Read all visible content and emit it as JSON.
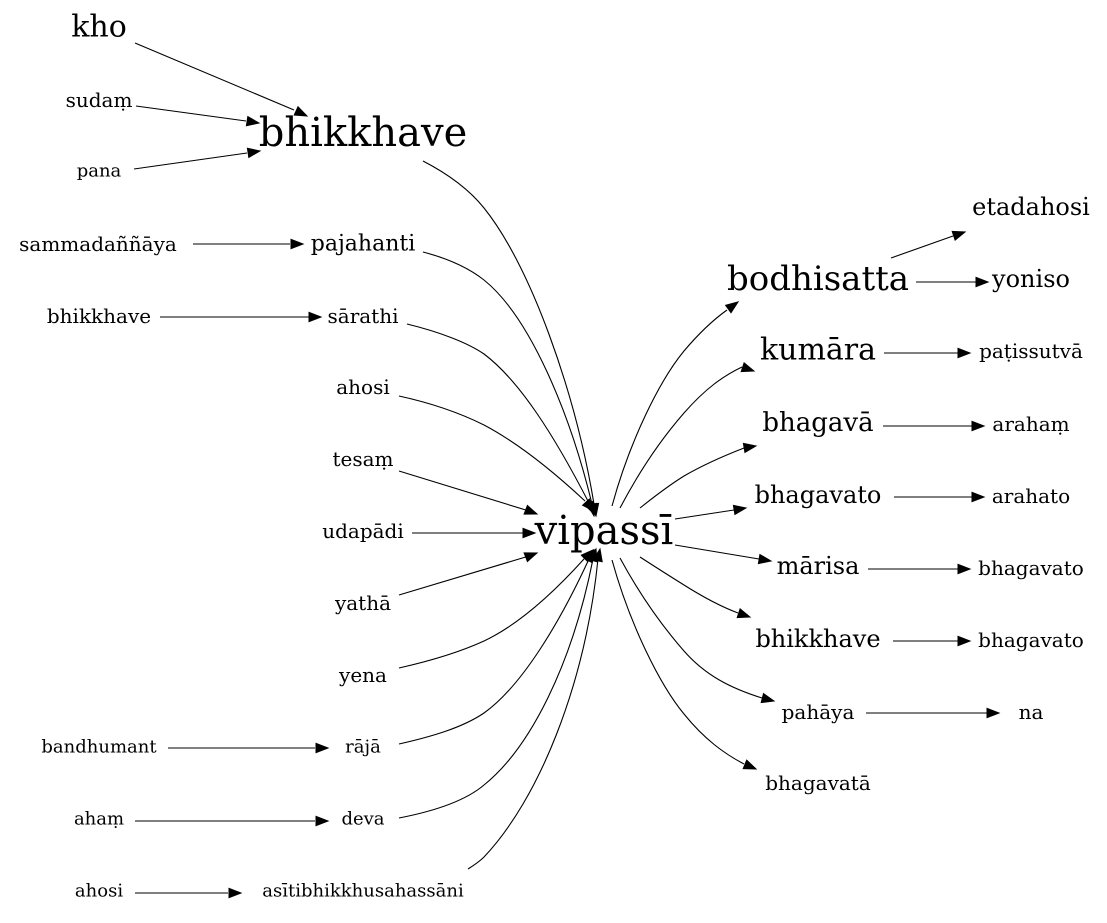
{
  "graph": {
    "nodes": [
      {
        "id": "kho",
        "label": "kho"
      },
      {
        "id": "sudam",
        "label": "sudaṃ"
      },
      {
        "id": "pana",
        "label": "pana"
      },
      {
        "id": "bhikkhave_top",
        "label": "bhikkhave"
      },
      {
        "id": "sammadannaya",
        "label": "sammadaññāya"
      },
      {
        "id": "pajahanti",
        "label": "pajahanti"
      },
      {
        "id": "bhikkhave_left",
        "label": "bhikkhave"
      },
      {
        "id": "sarathi",
        "label": "sārathi"
      },
      {
        "id": "ahosi_mid",
        "label": "ahosi"
      },
      {
        "id": "tesam",
        "label": "tesaṃ"
      },
      {
        "id": "udapadi",
        "label": "udapādi"
      },
      {
        "id": "yatha",
        "label": "yathā"
      },
      {
        "id": "yena",
        "label": "yena"
      },
      {
        "id": "bandhumant",
        "label": "bandhumant"
      },
      {
        "id": "raja",
        "label": "rājā"
      },
      {
        "id": "aham",
        "label": "ahaṃ"
      },
      {
        "id": "deva",
        "label": "deva"
      },
      {
        "id": "ahosi_bottom",
        "label": "ahosi"
      },
      {
        "id": "asiti",
        "label": "asītibhikkhusahassāni"
      },
      {
        "id": "vipassi",
        "label": "vipassī"
      },
      {
        "id": "bodhisatta",
        "label": "bodhisatta"
      },
      {
        "id": "etadahosi",
        "label": "etadahosi"
      },
      {
        "id": "yoniso",
        "label": "yoniso"
      },
      {
        "id": "kumara",
        "label": "kumāra"
      },
      {
        "id": "patissutva",
        "label": "paṭissutvā"
      },
      {
        "id": "bhagava",
        "label": "bhagavā"
      },
      {
        "id": "araham",
        "label": "arahaṃ"
      },
      {
        "id": "bhagavato_r",
        "label": "bhagavato"
      },
      {
        "id": "arahato",
        "label": "arahato"
      },
      {
        "id": "marisa",
        "label": "mārisa"
      },
      {
        "id": "bhagavato_m",
        "label": "bhagavato"
      },
      {
        "id": "bhikkhave_r",
        "label": "bhikkhave"
      },
      {
        "id": "bhagavato_b",
        "label": "bhagavato"
      },
      {
        "id": "pahaya",
        "label": "pahāya"
      },
      {
        "id": "na",
        "label": "na"
      },
      {
        "id": "bhagavata",
        "label": "bhagavatā"
      }
    ],
    "edges": [
      {
        "from": "kho",
        "to": "bhikkhave_top"
      },
      {
        "from": "sudam",
        "to": "bhikkhave_top"
      },
      {
        "from": "pana",
        "to": "bhikkhave_top"
      },
      {
        "from": "bhikkhave_top",
        "to": "vipassi"
      },
      {
        "from": "sammadannaya",
        "to": "pajahanti"
      },
      {
        "from": "pajahanti",
        "to": "vipassi"
      },
      {
        "from": "bhikkhave_left",
        "to": "sarathi"
      },
      {
        "from": "sarathi",
        "to": "vipassi"
      },
      {
        "from": "ahosi_mid",
        "to": "vipassi"
      },
      {
        "from": "tesam",
        "to": "vipassi"
      },
      {
        "from": "udapadi",
        "to": "vipassi"
      },
      {
        "from": "yatha",
        "to": "vipassi"
      },
      {
        "from": "yena",
        "to": "vipassi"
      },
      {
        "from": "bandhumant",
        "to": "raja"
      },
      {
        "from": "raja",
        "to": "vipassi"
      },
      {
        "from": "aham",
        "to": "deva"
      },
      {
        "from": "deva",
        "to": "vipassi"
      },
      {
        "from": "ahosi_bottom",
        "to": "asiti"
      },
      {
        "from": "asiti",
        "to": "vipassi"
      },
      {
        "from": "vipassi",
        "to": "bodhisatta"
      },
      {
        "from": "vipassi",
        "to": "kumara"
      },
      {
        "from": "vipassi",
        "to": "bhagava"
      },
      {
        "from": "vipassi",
        "to": "bhagavato_r"
      },
      {
        "from": "vipassi",
        "to": "marisa"
      },
      {
        "from": "vipassi",
        "to": "bhikkhave_r"
      },
      {
        "from": "vipassi",
        "to": "pahaya"
      },
      {
        "from": "vipassi",
        "to": "bhagavata"
      },
      {
        "from": "bodhisatta",
        "to": "etadahosi"
      },
      {
        "from": "bodhisatta",
        "to": "yoniso"
      },
      {
        "from": "kumara",
        "to": "patissutva"
      },
      {
        "from": "bhagava",
        "to": "araham"
      },
      {
        "from": "bhagavato_r",
        "to": "arahato"
      },
      {
        "from": "marisa",
        "to": "bhagavato_m"
      },
      {
        "from": "bhikkhave_r",
        "to": "bhagavato_b"
      },
      {
        "from": "pahaya",
        "to": "na"
      }
    ]
  }
}
